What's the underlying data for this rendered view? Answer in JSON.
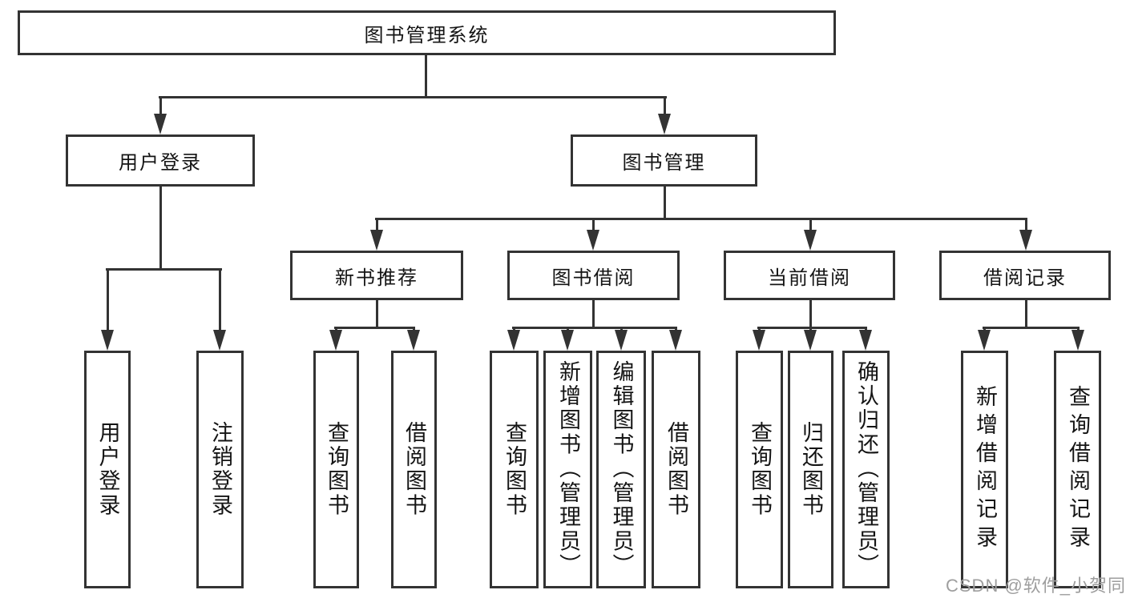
{
  "diagram": {
    "root": {
      "label": "图书管理系统"
    },
    "level2": [
      {
        "label": "用户登录"
      },
      {
        "label": "图书管理"
      }
    ],
    "level3": [
      {
        "label": "新书推荐"
      },
      {
        "label": "图书借阅"
      },
      {
        "label": "当前借阅"
      },
      {
        "label": "借阅记录"
      }
    ],
    "leaves": {
      "user_login": [
        "用户登录",
        "注销登录"
      ],
      "new_books": [
        "查询图书",
        "借阅图书"
      ],
      "book_borrow": [
        "查询图书",
        "新增图书（管理员）",
        "编辑图书（管理员）",
        "借阅图书"
      ],
      "current_borrow": [
        "查询图书",
        "归还图书",
        "确认归还（管理员）"
      ],
      "borrow_records": [
        "新增借阅记录",
        "查询借阅记录"
      ]
    },
    "colors": {
      "line": "#333333",
      "text": "#141414",
      "watermark": "#9e9e9e"
    },
    "watermark": "CSDN @软件_小贺同学"
  }
}
